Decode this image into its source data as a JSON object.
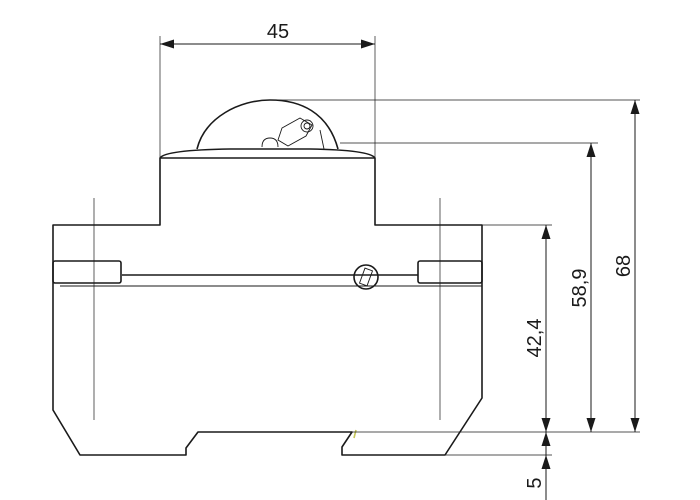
{
  "dimensions": {
    "width_top": "45",
    "height_overall": "68",
    "height_front": "58,9",
    "height_body": "42,4",
    "rail_offset": "5"
  },
  "colors": {
    "line": "#1a1a1a",
    "background": "#ffffff",
    "marker": "#c8c85a"
  }
}
